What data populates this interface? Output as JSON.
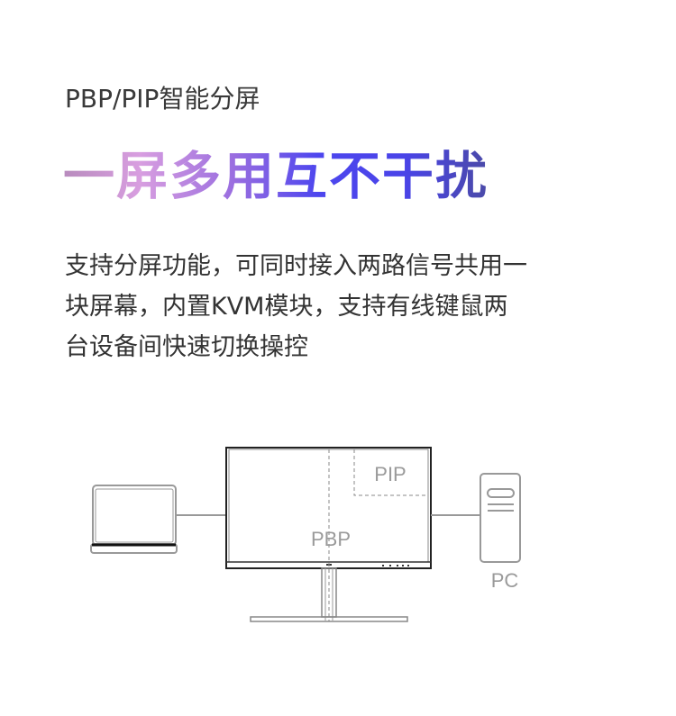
{
  "header": {
    "subtitle": "PBP/PIP智能分屏",
    "title": "一屏多用互不干扰"
  },
  "description": {
    "lines": [
      "支持分屏功能，可同时接入两路信号共用一",
      "块屏幕，内置KVM模块，支持有线键鼠两",
      "台设备间快速切换操控"
    ]
  },
  "diagram": {
    "pip_label": "PIP",
    "pbp_label": "PBP",
    "pc_label": "PC"
  }
}
